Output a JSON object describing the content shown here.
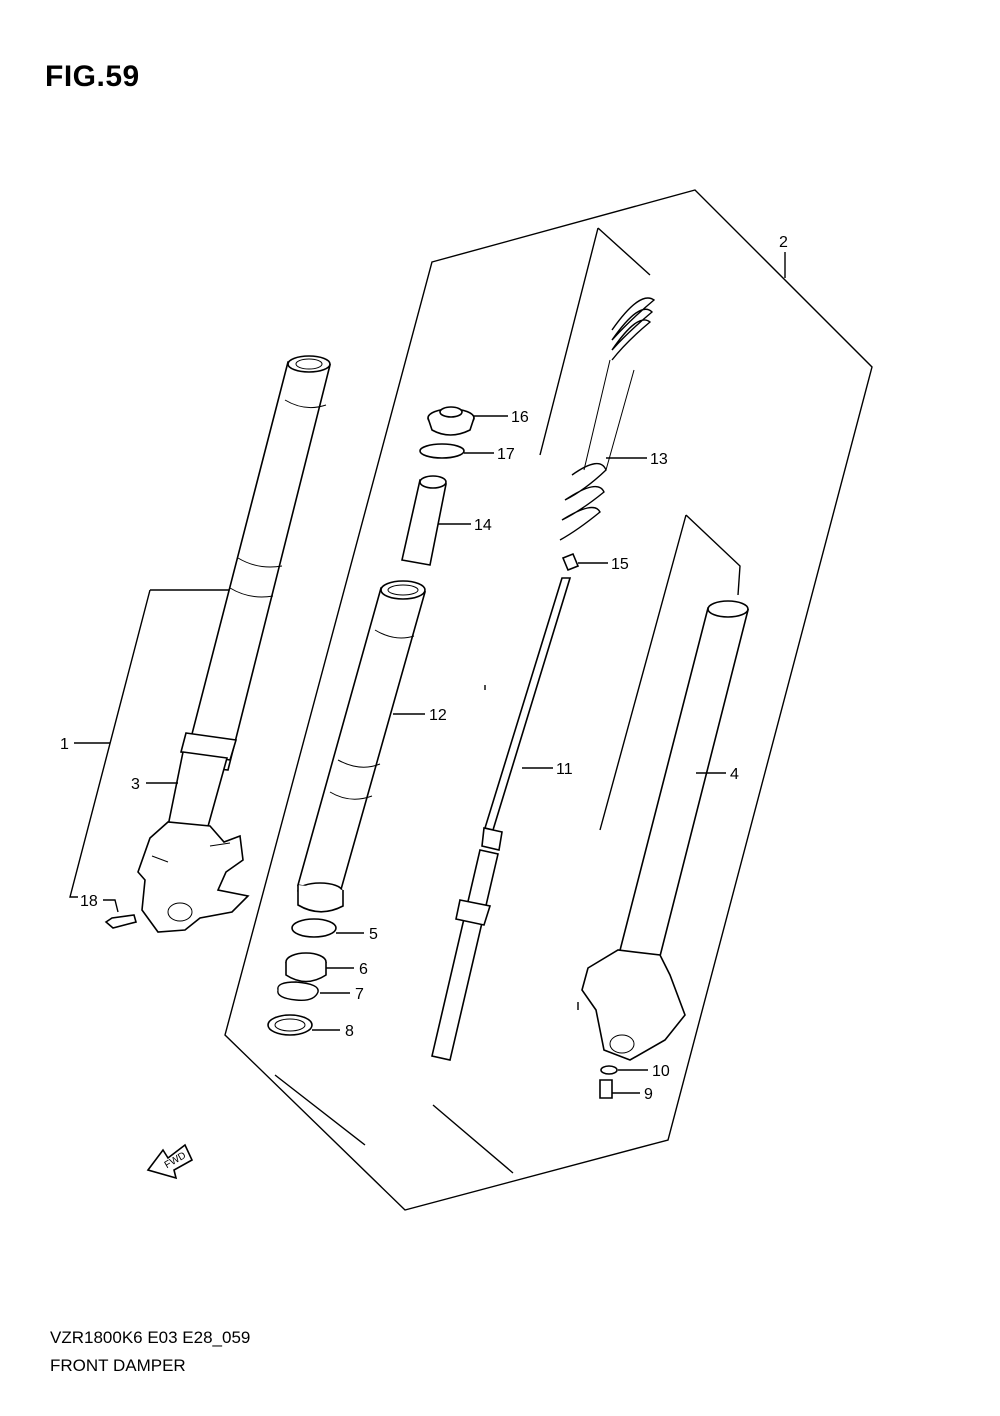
{
  "figure": {
    "title": "FIG.59",
    "model_code": "VZR1800K6 E03 E28_059",
    "name": "FRONT DAMPER",
    "fwd_label": "FWD"
  },
  "callouts": [
    {
      "id": "c1",
      "text": "1"
    },
    {
      "id": "c2",
      "text": "2"
    },
    {
      "id": "c3",
      "text": "3"
    },
    {
      "id": "c4",
      "text": "4"
    },
    {
      "id": "c5",
      "text": "5"
    },
    {
      "id": "c6",
      "text": "6"
    },
    {
      "id": "c7",
      "text": "7"
    },
    {
      "id": "c8",
      "text": "8"
    },
    {
      "id": "c9",
      "text": "9"
    },
    {
      "id": "c10",
      "text": "10"
    },
    {
      "id": "c11",
      "text": "11"
    },
    {
      "id": "c12",
      "text": "12"
    },
    {
      "id": "c13",
      "text": "13"
    },
    {
      "id": "c14",
      "text": "14"
    },
    {
      "id": "c15",
      "text": "15"
    },
    {
      "id": "c16",
      "text": "16"
    },
    {
      "id": "c17",
      "text": "17"
    },
    {
      "id": "c18",
      "text": "18"
    }
  ]
}
